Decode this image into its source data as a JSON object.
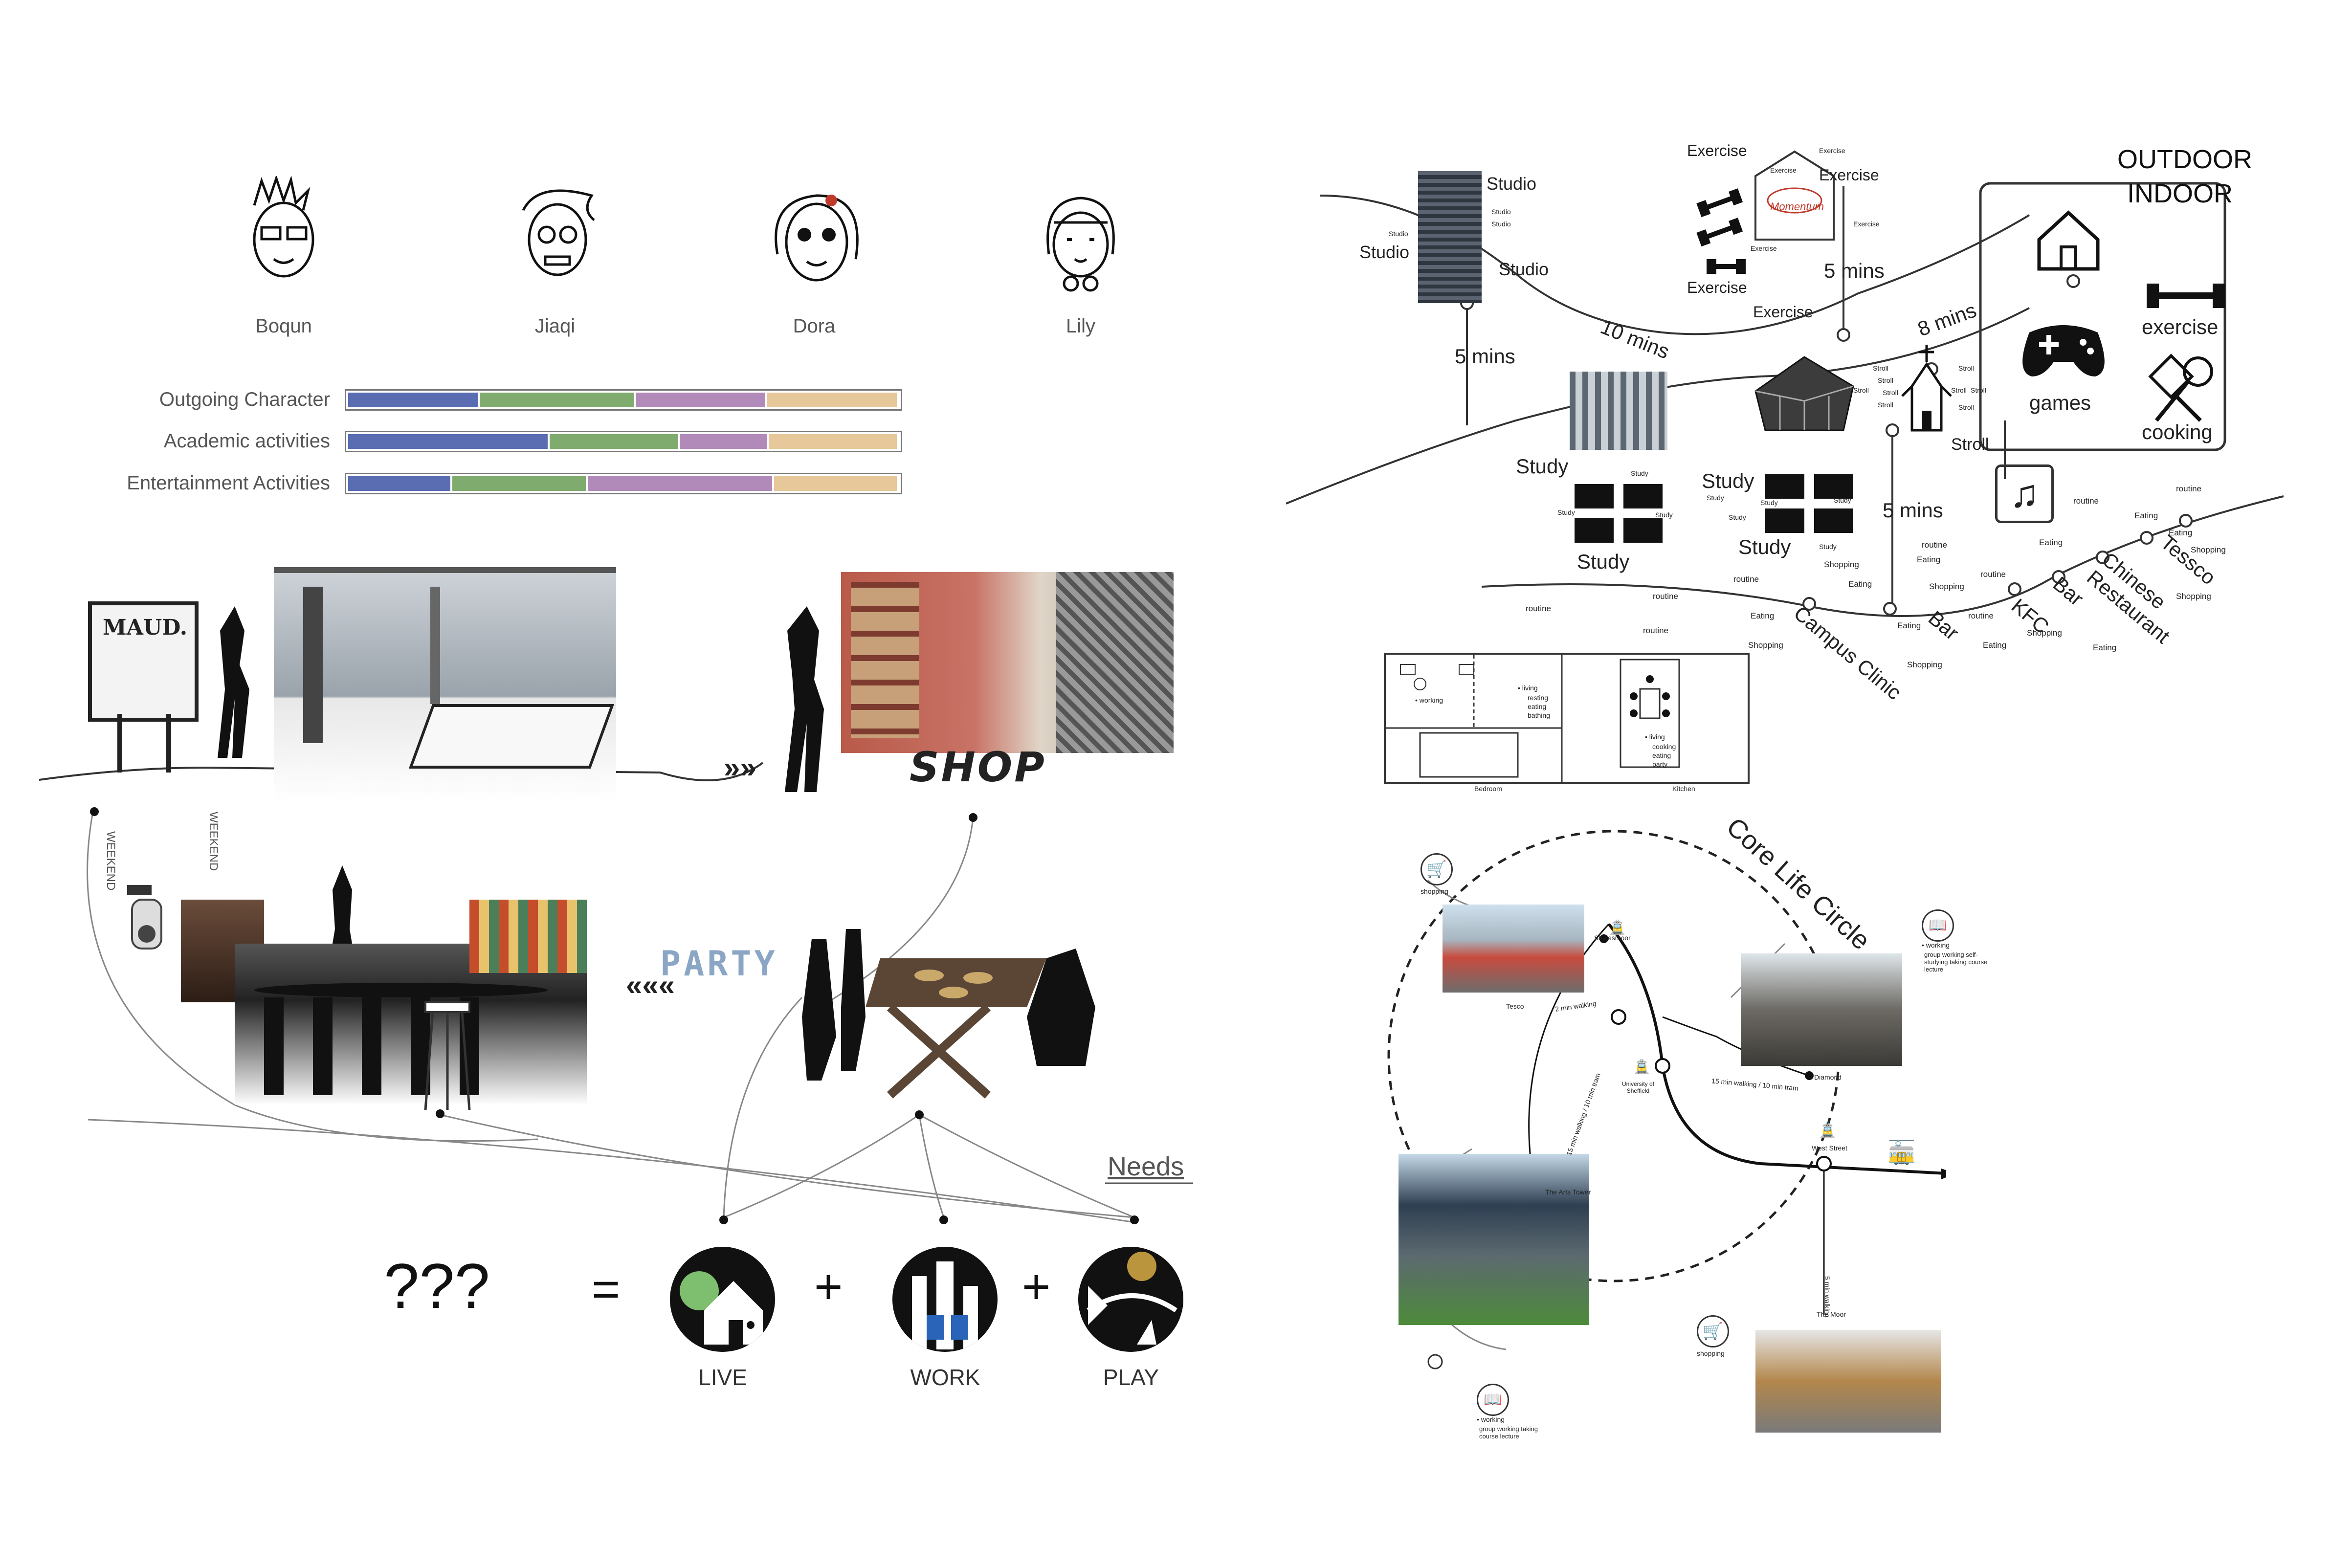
{
  "people": [
    {
      "name": "Boqun"
    },
    {
      "name": "Jiaqi"
    },
    {
      "name": "Dora"
    },
    {
      "name": "Lily"
    }
  ],
  "traits": [
    {
      "label": "Outgoing Character",
      "shares": [
        0.26,
        0.31,
        0.26,
        0.26
      ]
    },
    {
      "label": "Academic activities",
      "shares": [
        0.39,
        0.25,
        0.17,
        0.25
      ]
    },
    {
      "label": "Entertainment Activities",
      "shares": [
        0.2,
        0.26,
        0.36,
        0.24
      ]
    }
  ],
  "colors": {
    "blue": "#5a6db3",
    "green": "#7fab6e",
    "purple": "#b28ab9",
    "tan": "#e7c89a"
  },
  "collage": {
    "board": "MAUD.",
    "weekend_1": "WEEKEND",
    "weekend_2": "WEEKEND",
    "shop": "SHOP",
    "party": "PARTY",
    "needs": "Needs"
  },
  "equation": {
    "unknown": "???",
    "equals": "=",
    "plus_1": "+",
    "plus_2": "+",
    "live": "LIVE",
    "work": "WORK",
    "play": "PLAY"
  },
  "map": {
    "outdoor": "OUTDOOR",
    "indoor": "INDOOR",
    "studio_main_1": "Studio",
    "studio_main_2": "Studio",
    "studio_main_3": "Studio",
    "studio_small": "Studio",
    "five_mins_1": "5  mins",
    "ten_mins": "10 mins",
    "five_mins_2": "5  mins",
    "eight_mins": "8 mins",
    "five_mins_3": "5  mins",
    "exercise": "Exercise",
    "exercise_small": "Exercise",
    "momentum": "Momentum",
    "stroll": "Stroll",
    "study": "Study",
    "study_small": "Study",
    "games": "games",
    "exercise_icon": "exercise",
    "cooking": "cooking",
    "routine": "routine",
    "eating": "Eating",
    "shopping": "Shopping",
    "campus_clinic": "Campus Clinic",
    "bar": "Bar",
    "kfc": "KFC",
    "chinese_restaurant": "Chinese Restaurant",
    "tessco": "Tessco"
  },
  "plan": {
    "working": "• working",
    "living": "• living",
    "resting": "resting",
    "eating": "eating",
    "bathing": "bathing",
    "living2": "• living",
    "cooking": "cooking",
    "eating2": "eating",
    "party": "party",
    "bedroom": "Bedroom",
    "kitchen": "Kitchen"
  },
  "circle": {
    "title": "Core Life Circle",
    "shopping_1": "shopping",
    "shopping_2": "shopping",
    "tesco": "Tesco",
    "shalesmoor": "Shalesmoor",
    "university": "University of Sheffield",
    "diamond": "Diamond",
    "arts_tower": "The Arts Tower",
    "west_street": "West Street",
    "the_moor": "The Moor",
    "walk_2min": "2 min walking",
    "walk_15min": "15 min walking / 10 min tram",
    "walk_15min_b": "15 min walking / 10 min tram",
    "walk_5min": "5 min walking",
    "working_block_1": "• working",
    "working_block_1_detail": "group working self-studying taking course lecture",
    "working_block_2": "• working",
    "working_block_2_detail": "group working taking course lecture"
  }
}
